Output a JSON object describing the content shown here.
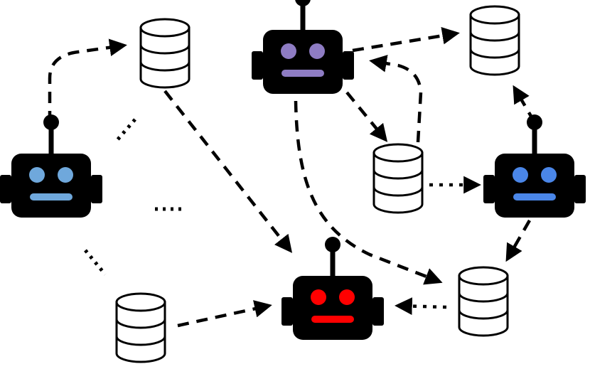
{
  "diagram": {
    "nodes": {
      "robot_purple": {
        "kind": "robot",
        "eye_color": "#8e7cc3",
        "mouth_color": "#8e7cc3"
      },
      "robot_lightblue": {
        "kind": "robot",
        "eye_color": "#6fa8dc",
        "mouth_color": "#6fa8dc"
      },
      "robot_blue": {
        "kind": "robot",
        "eye_color": "#4a86e8",
        "mouth_color": "#4a86e8"
      },
      "robot_red": {
        "kind": "robot",
        "eye_color": "#ff0000",
        "mouth_color": "#ff0000"
      },
      "db_top_left": {
        "kind": "database"
      },
      "db_top_right": {
        "kind": "database"
      },
      "db_middle": {
        "kind": "database"
      },
      "db_bottom_right": {
        "kind": "database"
      },
      "db_bottom_left": {
        "kind": "database"
      }
    },
    "edges": [
      {
        "from": "robot_lightblue",
        "to": "db_top_left"
      },
      {
        "from": "db_top_left",
        "to": "robot_red"
      },
      {
        "from": "robot_purple",
        "to": "db_top_right"
      },
      {
        "from": "db_middle",
        "to": "robot_purple"
      },
      {
        "from": "robot_purple",
        "to": "db_middle"
      },
      {
        "from": "robot_purple",
        "to": "db_bottom_right"
      },
      {
        "from": "db_middle",
        "to": "robot_blue"
      },
      {
        "from": "robot_blue",
        "to": "db_top_right"
      },
      {
        "from": "robot_blue",
        "to": "db_bottom_right"
      },
      {
        "from": "db_bottom_right",
        "to": "robot_red"
      },
      {
        "from": "db_bottom_left",
        "to": "robot_red"
      }
    ],
    "ellipsis_marks": 3
  }
}
